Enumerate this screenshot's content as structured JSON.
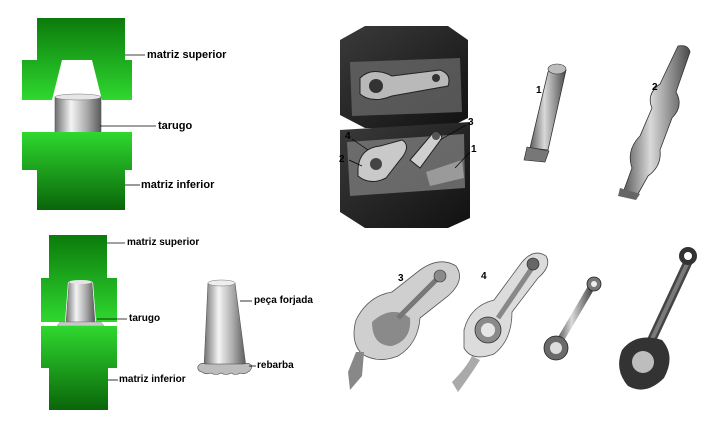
{
  "diagram_top": {
    "upper_die_label": "matriz superior",
    "billet_label": "tarugo",
    "lower_die_label": "matriz inferior"
  },
  "diagram_bottom": {
    "upper_die_label": "matriz superior",
    "billet_label": "tarugo",
    "lower_die_label": "matriz inferior",
    "forged_part_label": "peça forjada",
    "flash_label": "rebarba"
  },
  "photo_die": {
    "callouts": [
      "4",
      "2",
      "3",
      "1"
    ]
  },
  "photo_stages": {
    "labels": [
      "1",
      "2",
      "3",
      "4"
    ]
  },
  "colors": {
    "die_green_light": "#33dd33",
    "die_green_dark": "#0a6e0a",
    "billet_grey": "#9a9a9a"
  }
}
